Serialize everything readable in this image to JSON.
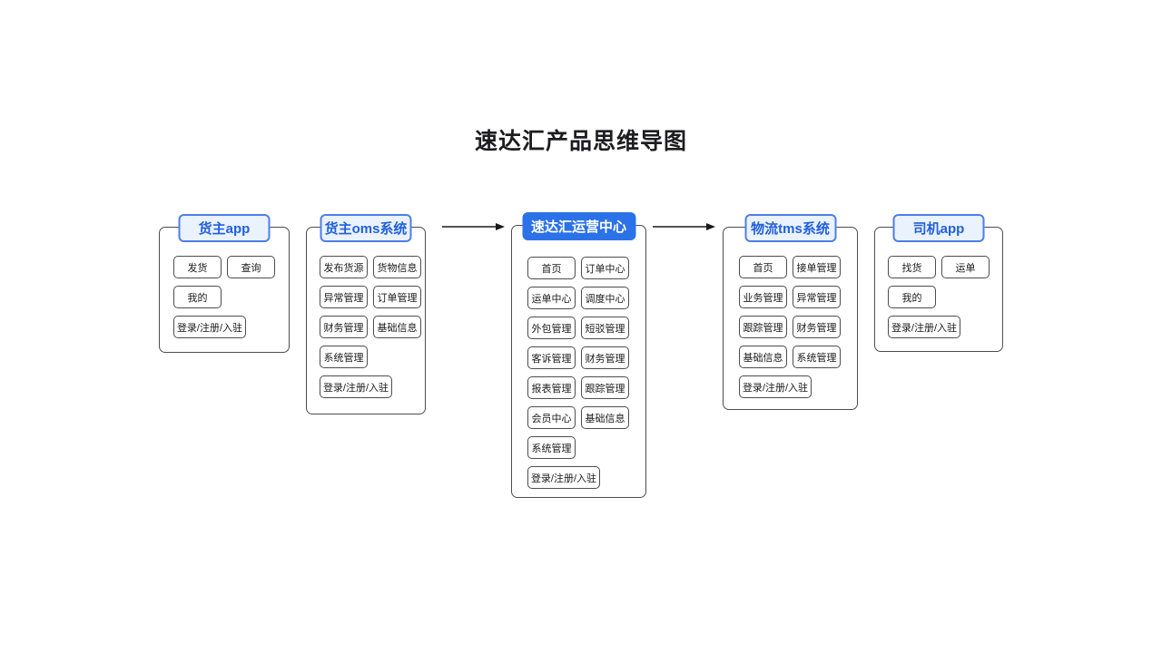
{
  "title": "速达汇产品思维导图",
  "colors": {
    "primary": "#2b72e8",
    "header_bg_light": "#eaf2fe",
    "header_border": "#4d7ee8",
    "header_text": "#2160dd",
    "node_border": "#4d4d4d",
    "title_text": "#1d1d1f"
  },
  "diagram": {
    "columns": [
      {
        "id": "shipper-app",
        "header": "货主app",
        "variant": "light",
        "items": [
          {
            "label": "发货",
            "wide": false
          },
          {
            "label": "查询",
            "wide": false
          },
          {
            "label": "我的",
            "wide": false
          },
          {
            "label": "登录/注册/入驻",
            "wide": true
          }
        ]
      },
      {
        "id": "shipper-oms-system",
        "header": "货主oms系统",
        "variant": "light",
        "items": [
          {
            "label": "发布货源",
            "wide": false
          },
          {
            "label": "货物信息",
            "wide": false
          },
          {
            "label": "异常管理",
            "wide": false
          },
          {
            "label": "订单管理",
            "wide": false
          },
          {
            "label": "财务管理",
            "wide": false
          },
          {
            "label": "基础信息",
            "wide": false
          },
          {
            "label": "系统管理",
            "wide": false
          },
          {
            "label": "登录/注册/入驻",
            "wide": true
          }
        ]
      },
      {
        "id": "sudahui-operations-center",
        "header": "速达汇运营中心",
        "variant": "primary",
        "items": [
          {
            "label": "首页",
            "wide": false
          },
          {
            "label": "订单中心",
            "wide": false
          },
          {
            "label": "运单中心",
            "wide": false
          },
          {
            "label": "调度中心",
            "wide": false
          },
          {
            "label": "外包管理",
            "wide": false
          },
          {
            "label": "短驳管理",
            "wide": false
          },
          {
            "label": "客诉管理",
            "wide": false
          },
          {
            "label": "财务管理",
            "wide": false
          },
          {
            "label": "报表管理",
            "wide": false
          },
          {
            "label": "跟踪管理",
            "wide": false
          },
          {
            "label": "会员中心",
            "wide": false
          },
          {
            "label": "基础信息",
            "wide": false
          },
          {
            "label": "系统管理",
            "wide": false
          },
          {
            "label": "登录/注册/入驻",
            "wide": true
          }
        ]
      },
      {
        "id": "logistics-tms-system",
        "header": "物流tms系统",
        "variant": "light",
        "items": [
          {
            "label": "首页",
            "wide": false
          },
          {
            "label": "接单管理",
            "wide": false
          },
          {
            "label": "业务管理",
            "wide": false
          },
          {
            "label": "异常管理",
            "wide": false
          },
          {
            "label": "跟踪管理",
            "wide": false
          },
          {
            "label": "财务管理",
            "wide": false
          },
          {
            "label": "基础信息",
            "wide": false
          },
          {
            "label": "系统管理",
            "wide": false
          },
          {
            "label": "登录/注册/入驻",
            "wide": true
          }
        ]
      },
      {
        "id": "driver-app",
        "header": "司机app",
        "variant": "light",
        "items": [
          {
            "label": "找货",
            "wide": false
          },
          {
            "label": "运单",
            "wide": false
          },
          {
            "label": "我的",
            "wide": false
          },
          {
            "label": "登录/注册/入驻",
            "wide": true
          }
        ]
      }
    ],
    "arrows": [
      {
        "from": "shipper-oms-system",
        "to": "sudahui-operations-center",
        "direction": "right"
      },
      {
        "from": "sudahui-operations-center",
        "to": "logistics-tms-system",
        "direction": "right"
      }
    ]
  }
}
